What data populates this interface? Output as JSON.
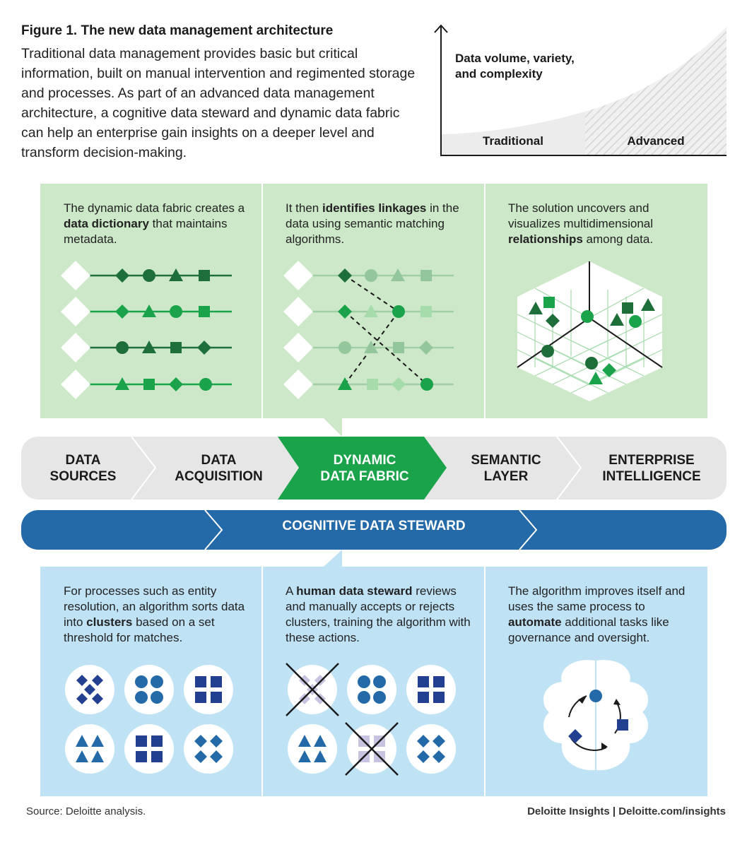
{
  "figure": {
    "title": "Figure 1. The new data management architecture",
    "description": "Traditional data management provides basic but critical information, built on manual intervention and regimented storage and processes. As part of an advanced data management architecture, a cognitive data steward and dynamic data fabric can help an enterprise gain insights on a deeper level and transform decision-making."
  },
  "volume_chart": {
    "label_line1": "Data volume, variety,",
    "label_line2": "and complexity",
    "traditional": "Traditional",
    "advanced": "Advanced"
  },
  "top_panels": [
    {
      "pre": "The dynamic data fabric creates a ",
      "bold": "data dictionary",
      "post": " that maintains metadata."
    },
    {
      "pre": "It then ",
      "bold": "identifies linkages",
      "post": " in the data using semantic matching algorithms."
    },
    {
      "pre": "The solution uncovers and visualizes multidimensional ",
      "bold": "relationships",
      "post": " among data."
    }
  ],
  "pipeline": {
    "stages": [
      {
        "line1": "DATA",
        "line2": "SOURCES"
      },
      {
        "line1": "DATA",
        "line2": "ACQUISITION"
      },
      {
        "line1": "DYNAMIC",
        "line2": "DATA FABRIC"
      },
      {
        "line1": "SEMANTIC",
        "line2": "LAYER"
      },
      {
        "line1": "ENTERPRISE",
        "line2": "INTELLIGENCE"
      }
    ],
    "active_stage": 2,
    "steward": "COGNITIVE DATA STEWARD"
  },
  "bottom_panels": [
    {
      "pre": "For processes such as entity resolution, an algorithm sorts data into ",
      "bold": "clusters",
      "post": " based on a set threshold for matches."
    },
    {
      "pre": "A ",
      "bold": "human data steward",
      "post": " reviews and manually accepts or rejects clusters, training the algorithm with these actions."
    },
    {
      "pre": "The algorithm improves itself and uses the same process to ",
      "bold": "automate",
      "post": " additional tasks like governance and oversight."
    }
  ],
  "footer": {
    "source": "Source: Deloitte analysis.",
    "brand": "Deloitte Insights | Deloitte.com/insights"
  },
  "colors": {
    "green_panel": "#cde8c9",
    "blue_panel": "#bfe3f5",
    "fabric_green": "#1aa34a",
    "dark_green": "#1e6e3a",
    "steward_blue": "#2469a8",
    "navy": "#233f8f",
    "gray_stage": "#e6e6e6"
  },
  "icons": [
    "diamond-icon",
    "circle-icon",
    "triangle-icon",
    "square-icon",
    "cross-icon",
    "brain-icon"
  ]
}
